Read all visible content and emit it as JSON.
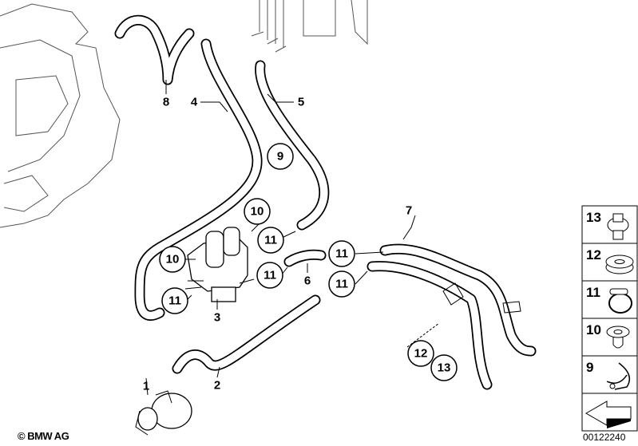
{
  "callouts": {
    "part_8": "8",
    "part_4": "4",
    "part_5": "5",
    "part_7": "7",
    "part_6": "6",
    "part_3": "3",
    "part_1": "1",
    "part_2": "2",
    "circle_9": "9",
    "circle_10a": "10",
    "circle_11a": "11",
    "circle_10b": "10",
    "circle_11b": "11",
    "circle_11c": "11",
    "circle_11d": "11",
    "circle_11e": "11",
    "circle_12": "12",
    "circle_13": "13"
  },
  "legend": {
    "items": [
      {
        "number": "13",
        "part": "cap-nut-icon"
      },
      {
        "number": "12",
        "part": "grommet-icon"
      },
      {
        "number": "11",
        "part": "hose-clamp-icon"
      },
      {
        "number": "10",
        "part": "rubber-mount-icon"
      },
      {
        "number": "9",
        "part": "bracket-clip-icon"
      }
    ]
  },
  "footer": {
    "copyright": "© BMW AG",
    "diagram_id": "00122240"
  }
}
